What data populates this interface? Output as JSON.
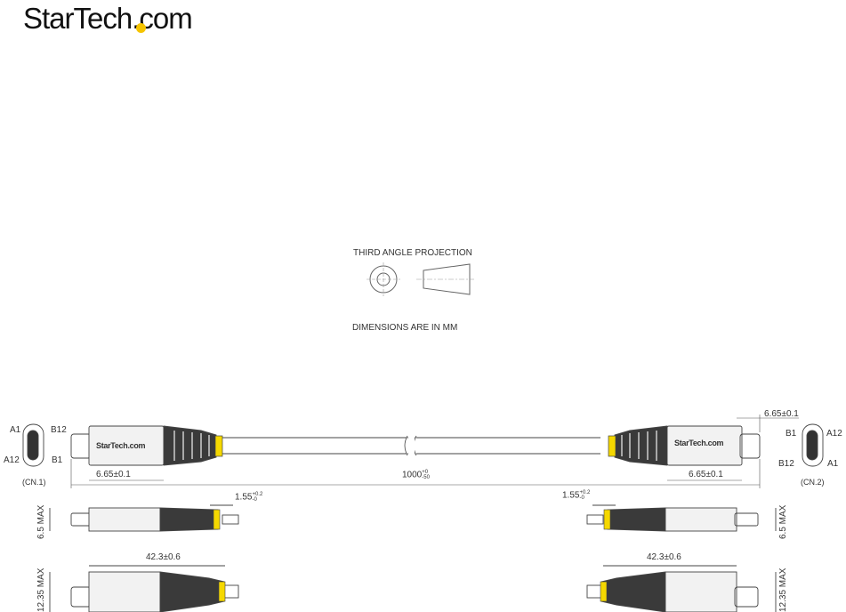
{
  "brand": {
    "logo_text": "StarTech.com",
    "accent_color": "#f5c400"
  },
  "projection": {
    "title": "THIRD ANGLE PROJECTION",
    "units_note": "DIMENSIONS ARE IN MM"
  },
  "connector_left": {
    "pin_labels": {
      "top_left": "A1",
      "bottom_left": "A12",
      "top_right": "B12",
      "bottom_right": "B1"
    },
    "caption": "(CN.1)"
  },
  "connector_right": {
    "pin_labels": {
      "top_left": "B1",
      "bottom_left": "B12",
      "top_right": "A12",
      "bottom_right": "A1"
    },
    "caption": "(CN.2)"
  },
  "overmold_brand": "StarTech.com",
  "dimensions": {
    "plug_left": "6.65±0.1",
    "plug_right_bottom": "6.65±0.1",
    "plug_right_top": "6.65±0.1",
    "cable_length": "1000",
    "cable_length_tol_upper": "+0",
    "cable_length_tol_lower": "-50",
    "gap_left": "1.55",
    "gap_right": "1.55",
    "gap_tol_upper": "+0.2",
    "gap_tol_lower": "-0",
    "body_length_left": "42.3±0.6",
    "body_length_right": "42.3±0.6",
    "thickness_left": "6.5 MAX",
    "thickness_right": "6.5 MAX",
    "width_left": "12.35 MAX",
    "width_right": "12.35 MAX"
  }
}
